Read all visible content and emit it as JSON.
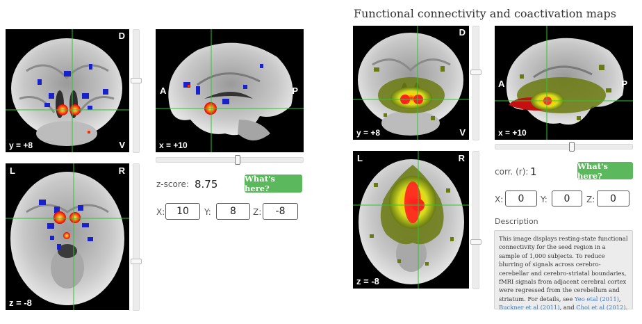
{
  "left_panel": {
    "coronal": {
      "top_label": "D",
      "bottom_label": "V",
      "coordinate": "y = +8"
    },
    "sagittal": {
      "left_label": "A",
      "right_label": "P",
      "coordinate": "x = +10"
    },
    "axial": {
      "left_label": "L",
      "right_label": "R",
      "coordinate": "z = -8"
    },
    "zscore_label": "z-score:",
    "zscore_value": "8.75",
    "whats_here_label": "What's here?",
    "x_label": "X:",
    "x_value": "10",
    "y_label": "Y:",
    "y_value": "8",
    "z_label": "Z:",
    "z_value": "-8"
  },
  "right_panel": {
    "title": "Functional connectivity and coactivation maps",
    "coronal": {
      "top_label": "D",
      "bottom_label": "V",
      "coordinate": "y = +8"
    },
    "sagittal": {
      "left_label": "A",
      "right_label": "P",
      "coordinate": "x = +10"
    },
    "axial": {
      "left_label": "L",
      "right_label": "R",
      "coordinate": "z = -8"
    },
    "corr_label": "corr. (r):",
    "corr_value": "1",
    "whats_here_label": "What's here?",
    "x_label": "X:",
    "x_value": "0",
    "y_label": "Y:",
    "y_value": "0",
    "z_label": "Z:",
    "z_value": "0",
    "description_heading": "Description",
    "description": {
      "text_before": "This image displays resting-state functional connectivity for the seed region in a sample of 1,000 subjects. To reduce blurring of signals across cerebro-cerebellar and cerebro-striatal boundaries, fMRI signals from adjacent cerebral cortex were regressed from the cerebellum and striatum. For details, see ",
      "link1": "Yeo etal (2011)",
      "mid1": ", ",
      "link2": "Buckner et al (2011)",
      "mid2": ", and ",
      "link3": "Choi et al (2012)",
      "end": "."
    }
  },
  "colors": {
    "crosshair": "#2ec72e",
    "button": "#5cb85c",
    "link": "#3a78c3",
    "activation_hot": "#ff2a00",
    "activation_neg": "#1822c8",
    "connectivity": "#6b7a10"
  }
}
